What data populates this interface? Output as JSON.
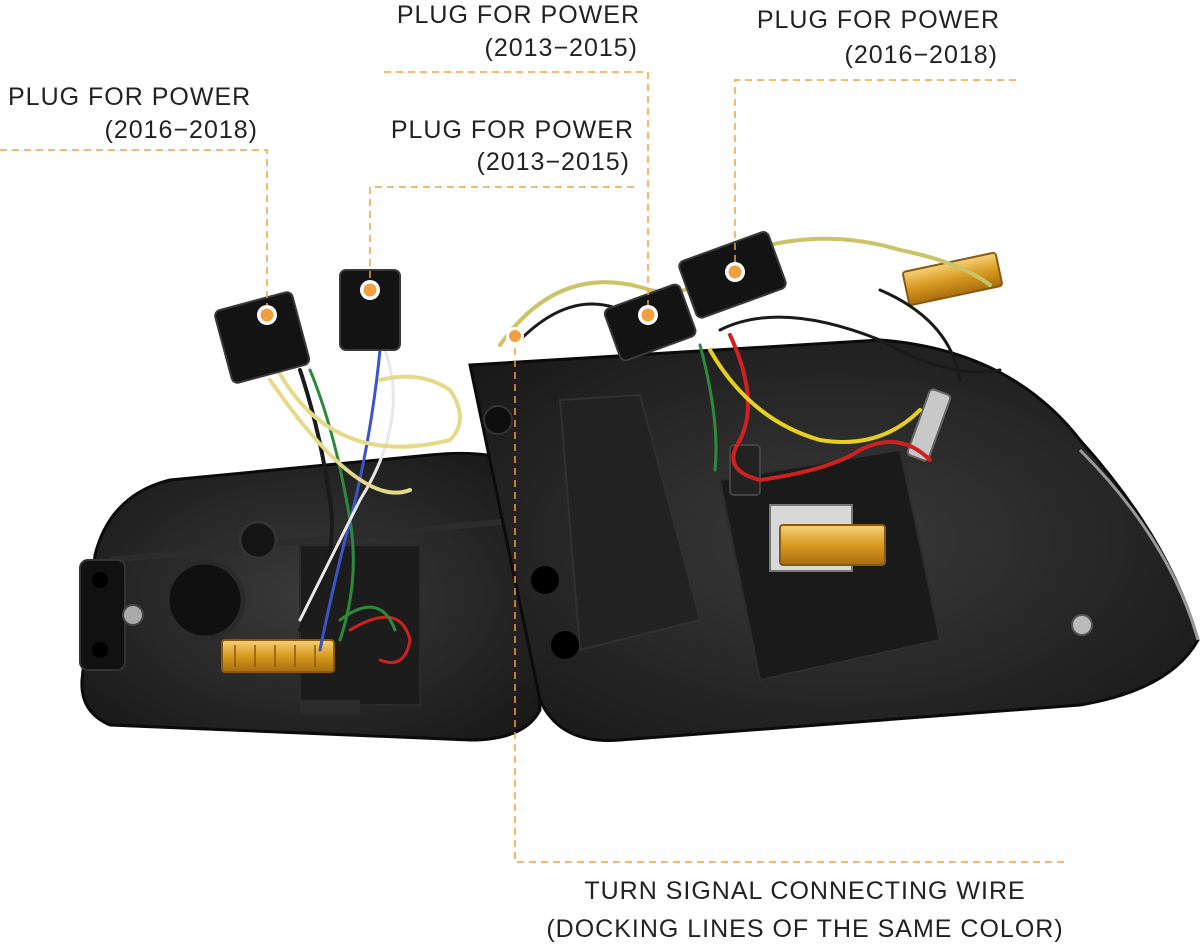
{
  "accent_color": "#f0a040",
  "callouts": {
    "plug_left": {
      "line1": "PLUG FOR POWER",
      "line2": "(2016−2018)"
    },
    "plug_mid_lower": {
      "line1": "PLUG FOR POWER",
      "line2": "(2013−2015)"
    },
    "plug_mid_upper": {
      "line1": "PLUG FOR POWER",
      "line2": "(2013−2015)"
    },
    "plug_right": {
      "line1": "PLUG FOR POWER",
      "line2": "(2016−2018)"
    },
    "turn_signal": {
      "line1": "TURN SIGNAL CONNECTING WIRE",
      "line2": "(DOCKING LINES OF THE SAME COLOR)"
    }
  }
}
